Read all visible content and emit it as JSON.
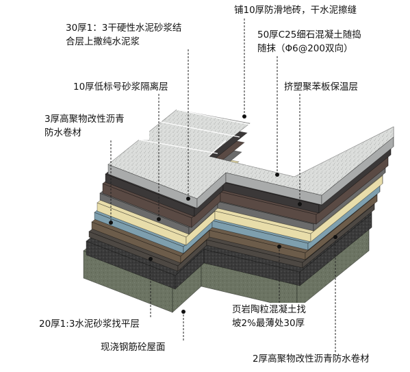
{
  "labels": {
    "tile": "铺10厚防滑地砖，干水泥擦缝",
    "bond_line1": "30厚1：3干硬性水泥砂浆结",
    "bond_line2": "合层上撒纯水泥浆",
    "concrete_line1": "50厚C25细石混凝土随捣",
    "concrete_line2": "随抹（Φ6@200双向）",
    "isolation": "10厚低标号砂浆隔离层",
    "insulation": "挤塑聚苯板保温层",
    "membrane3_line1": "3厚高聚物改性沥青",
    "membrane3_line2": "防水卷材",
    "slope_line1": "页岩陶粒混凝土找",
    "slope_line2": "坡2%最薄处30厚",
    "screed": "20厚1:3水泥砂浆找平层",
    "slab": "现浇钢筋砼屋面",
    "membrane2": "2厚高聚物改性沥青防水卷材"
  },
  "colors": {
    "tile": "#d9dbd8",
    "mortar_dark": "#3b3838",
    "concrete_brown": "#5a4a44",
    "isolation_gray": "#6b6b6b",
    "insulation_cream": "#e8ddaa",
    "membrane_blue": "#7e9fae",
    "membrane_brown": "#6c5c4a",
    "ceramsite_dark": "#3a3a3a",
    "slab_green": "#6c7463",
    "leader": "#222222"
  }
}
